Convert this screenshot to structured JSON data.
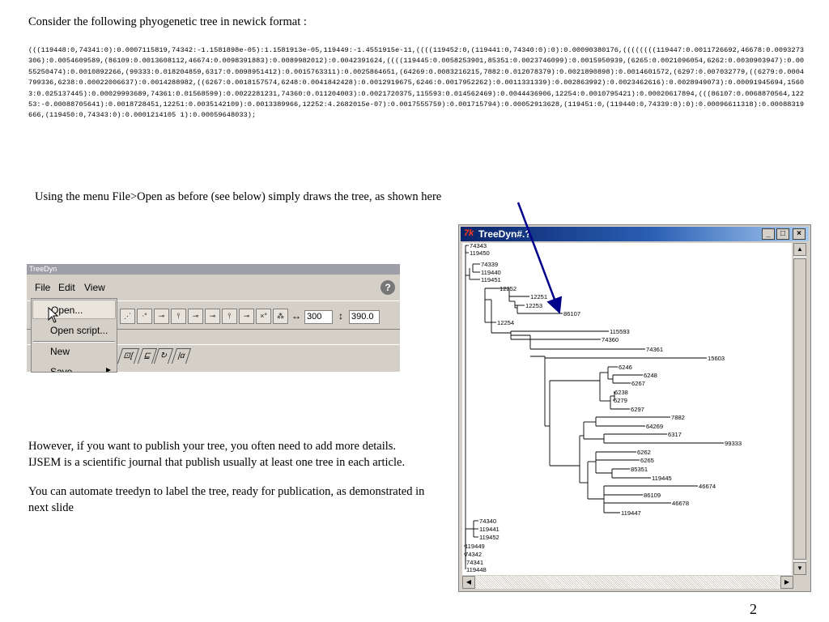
{
  "slide": {
    "intro": "Consider the following phyogenetic tree in newick format :",
    "newick": "(((119448:0,74341:0):0.0007115819,74342:-1.1581898e-05):1.1581913e-05,119449:-1.4551915e-11,((((119452:0,(119441:0,74340:0):0):0.00090380176,((((((((119447:0.0011726692,46678:0.0093273306):0.0054609589,(86109:0.0013608112,46674:0.0098391883):0.0089982012):0.0042391624,((((119445:0.0058253901,85351:0.0023746099):0.0015950939,(6265:0.0021096054,6262:0.0030903947):0.0055250474):0.0010892266,(99333:0.018204859,6317:0.0098951412):0.0015763311):0.0025864651,(64269:0.0083216215,7882:0.012078379):0.0021890898):0.0014601572,(6297:0.007032779,((6279:0.0004799336,6238:0.00022006637):0.0014288982,((6267:0.0018157574,6248:0.0041842428):0.0012919675,6246:0.0017952262):0.0011331339):0.002863992):0.0023462616):0.0028949073):0.00091945694,15603:0.025137445):0.00029993689,74361:0.01568599):0.0022281231,74360:0.011204003):0.0021720375,115593:0.014562469):0.0044436906,12254:0.0010795421):0.00020617894,(((86107:0.0068870564,12253:-0.00088705641):0.0018728451,12251:0.0035142109):0.0013389966,12252:4.2682015e-07):0.0017555759):0.001715794):0.00052913628,(119451:0,(119440:0,74339:0):0):0.00096611318):0.00088319666,(119450:0,74343:0):0.0001214105 1):0.00059648033);",
    "using": "Using the menu File>Open as before (see below) simply draws the tree, as shown here",
    "para1": "However, if you want to publish your tree, you often need to add more details.",
    "para2": "IJSEM is a scientific journal that publish usually at least one tree in each article.",
    "para3": "You can automate treedyn to label the tree, ready for publication, as demonstrated in next slide",
    "page_number": "2"
  },
  "small_window": {
    "title": "TreeDyn",
    "menus": [
      "File",
      "Edit",
      "View"
    ],
    "help_icon": "?",
    "width_value": "300",
    "height_value": "390.0",
    "file_menu": [
      "Open...",
      "Open script...",
      "New",
      "Save"
    ],
    "tab_labels": [
      "⊡[",
      "⊑",
      "↻",
      "|α"
    ]
  },
  "big_window": {
    "title": "TreeDyn#.?",
    "logo": "7k",
    "buttons": [
      "_",
      "□",
      "×"
    ],
    "leaves": [
      "74343",
      "119450",
      "74339",
      "119440",
      "119451",
      "12252",
      "12251",
      "12253",
      "86107",
      "12254",
      "115593",
      "74360",
      "74361",
      "15603",
      "6246",
      "6248",
      "6267",
      "6238",
      "6279",
      "6297",
      "7882",
      "64269",
      "6317",
      "99333",
      "6262",
      "6265",
      "85351",
      "119445",
      "46674",
      "86109",
      "46678",
      "119447",
      "74340",
      "119441",
      "119452",
      "119449",
      "74342",
      "74341",
      "119448"
    ]
  },
  "colors": {
    "arrow": "#00008b",
    "titlebar": "#0a246a",
    "face": "#d4d0c8"
  }
}
